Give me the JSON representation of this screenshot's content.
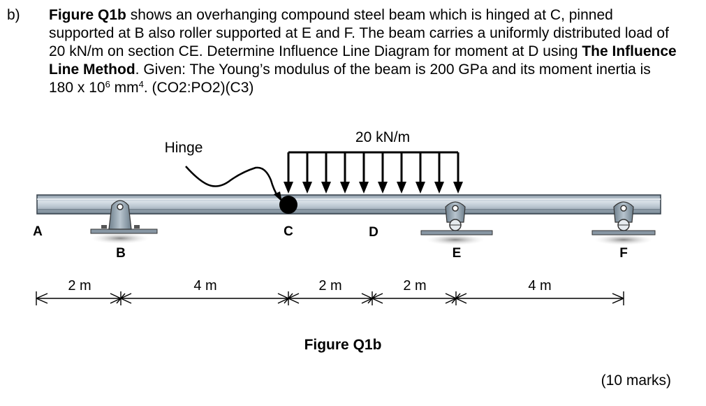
{
  "question": {
    "label": "b)",
    "fig_ref": "Figure Q1b",
    "text_1": " shows an overhanging compound steel beam which is hinged at C, pinned supported at B also roller supported at E and F. The beam carries a uniformly distributed load of 20 kN/m on section CE. Determine Influence Line Diagram for moment at D using ",
    "method": "The Influence Line Method",
    "text_2": ". Given: The Young’s modulus of the beam is 200 GPa and its moment inertia is 180 x 10",
    "exp_1": "6",
    "text_3": " mm",
    "exp_2": "4",
    "text_4": ". (CO2:PO2)(C3)"
  },
  "figure": {
    "load_label": "20 kN/m",
    "hinge_label": "Hinge",
    "points": {
      "A": "A",
      "B": "B",
      "C": "C",
      "D": "D",
      "E": "E",
      "F": "F"
    },
    "spans": [
      "2 m",
      "4 m",
      "2 m",
      "2 m",
      "4 m"
    ],
    "caption": "Figure Q1b"
  },
  "marks": "(10 marks)"
}
